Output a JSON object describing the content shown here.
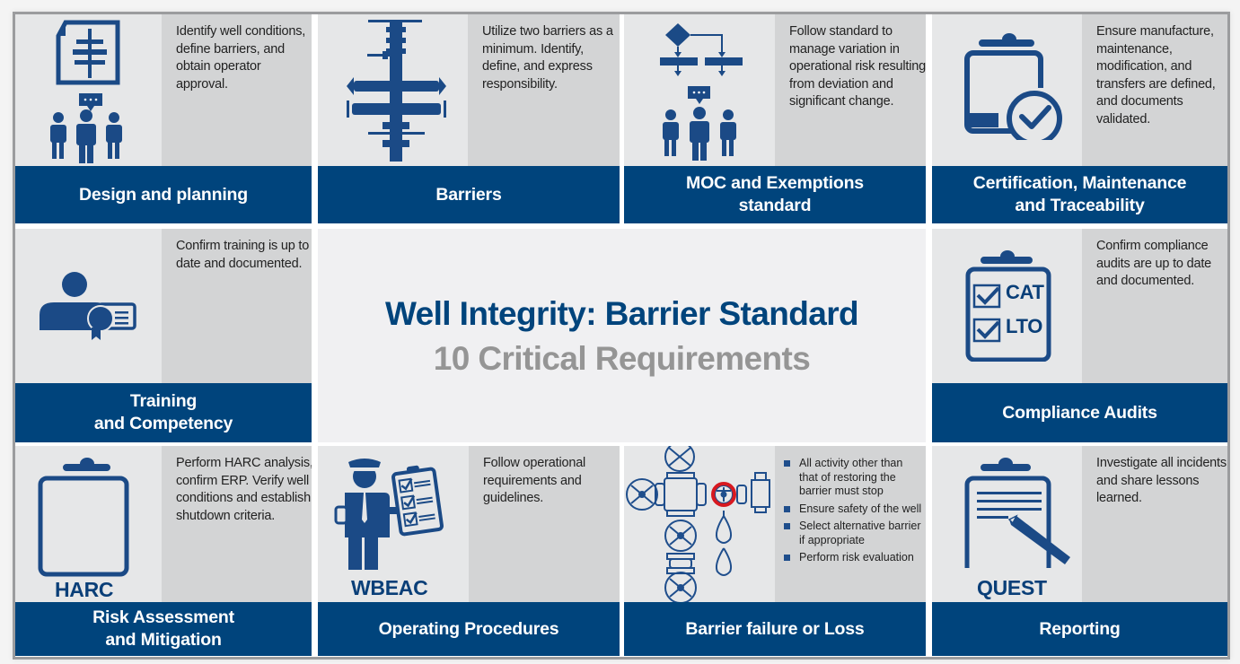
{
  "header": {
    "title": "Well Integrity: Barrier Standard",
    "subtitle": "10 Critical Requirements"
  },
  "colors": {
    "brand_blue": "#00447c",
    "subtitle_gray": "#959595",
    "icon_panel": "#e6e7e8",
    "text_panel": "#d3d4d5",
    "highlight_red": "#d71920"
  },
  "tiles": [
    {
      "title_line1": "Design and planning",
      "title_line2": "",
      "icon": "well-plan-team-icon",
      "icon_label": "",
      "description": "Identify well conditions, define barriers, and obtain operator approval."
    },
    {
      "title_line1": "Barriers",
      "title_line2": "",
      "icon": "wellhead-tree-icon",
      "icon_label": "",
      "description": "Utilize two barriers as a minimum. Identify, define, and express responsibility."
    },
    {
      "title_line1": "MOC and Exemptions",
      "title_line2": "standard",
      "icon": "flowchart-team-icon",
      "icon_label": "",
      "description": "Follow standard to manage variation in operational risk resulting from deviation and significant change."
    },
    {
      "title_line1": "Certification, Maintenance",
      "title_line2": "and Traceability",
      "icon": "clipboard-check-icon",
      "icon_label": "",
      "description": "Ensure manufacture, maintenance, modification, and transfers are defined, and documents validated."
    },
    {
      "title_line1": "Training",
      "title_line2": "and Competency",
      "icon": "person-certificate-icon",
      "icon_label": "",
      "description": "Confirm training is up to date and documented."
    },
    {
      "title_line1": "Compliance Audits",
      "title_line2": "",
      "icon": "clipboard-checklist-icon",
      "icon_label": "",
      "checklist": [
        "CAT",
        "LTO"
      ],
      "description": "Confirm compliance audits are up to date and documented."
    },
    {
      "title_line1": "Risk Assessment",
      "title_line2": "and Mitigation",
      "icon": "clipboard-blank-icon",
      "icon_label": "HARC",
      "description": "Perform HARC analysis, confirm ERP. Verify well conditions and establish shutdown criteria."
    },
    {
      "title_line1": "Operating Procedures",
      "title_line2": "",
      "icon": "officer-checklist-icon",
      "icon_label": "WBEAC",
      "description": "Follow operational requirements and guidelines."
    },
    {
      "title_line1": "Barrier failure or Loss",
      "title_line2": "",
      "icon": "leaking-valve-icon",
      "icon_label": "",
      "bullets": [
        "All activity other than that of restoring the barrier must stop",
        "Ensure safety of the well",
        "Select alternative barrier if appropriate",
        "Perform risk evaluation"
      ]
    },
    {
      "title_line1": "Reporting",
      "title_line2": "",
      "icon": "clipboard-pencil-icon",
      "icon_label": "QUEST",
      "description": "Investigate all incidents and share lessons learned."
    }
  ]
}
